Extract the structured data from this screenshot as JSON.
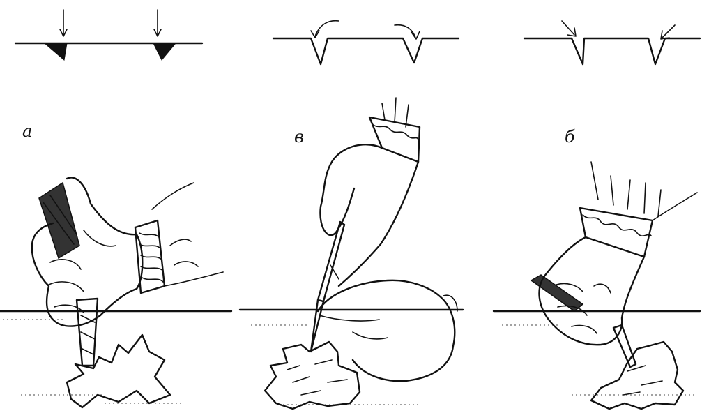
{
  "panels": [
    {
      "id": "a",
      "label": "а",
      "tool": "gouge",
      "technique": "vertical-cut"
    },
    {
      "id": "v",
      "label": "в",
      "tool": "knife",
      "technique": "angled-relief-cut"
    },
    {
      "id": "b",
      "label": "б",
      "tool": "knife",
      "technique": "undercut"
    }
  ],
  "colors": {
    "ink": "#111111",
    "paper": "#ffffff"
  }
}
